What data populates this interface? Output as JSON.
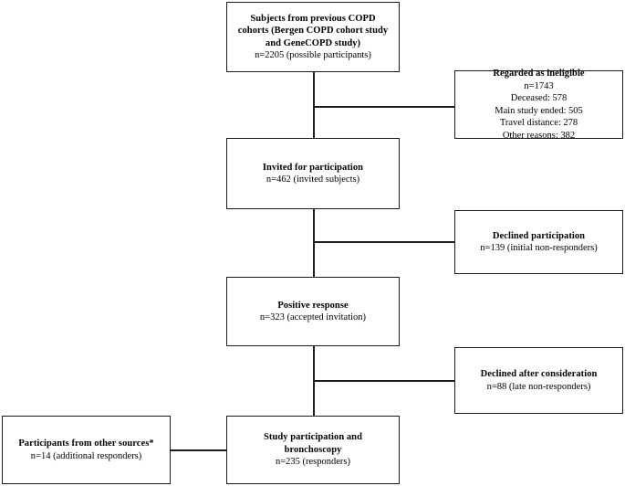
{
  "figure": {
    "type": "flowchart",
    "orientation": "vertical-with-right-branches",
    "background_color": "#ffffff",
    "line_color": "#1a1a1a"
  },
  "nodes": {
    "source_cohorts": {
      "title_line_1": "Subjects from previous COPD",
      "title_line_2": "cohorts (Bergen COPD cohort study",
      "title_line_3": "and GeneCOPD study)",
      "count_line": "n=2205 (possible participants)"
    },
    "ineligible": {
      "title": "Regarded as ineligible",
      "count_line": "n=1743",
      "reason_1": "Deceased: 578",
      "reason_2": "Main study ended: 505",
      "reason_3": "Travel distance: 278",
      "reason_4": "Other reasons: 382"
    },
    "invited": {
      "title": "Invited for participation",
      "count_line": "n=462 (invited subjects)"
    },
    "declined_participation": {
      "title": "Declined participation",
      "count_line": "n=139 (initial non-responders)"
    },
    "positive_response": {
      "title": "Positive response",
      "count_line": "n=323 (accepted invitation)"
    },
    "declined_after_consideration": {
      "title": "Declined after consideration",
      "count_line": "n=88 (late non-responders)"
    },
    "other_sources": {
      "title": "Participants from other sources*",
      "count_line": "n=14 (additional responders)"
    },
    "study_participation": {
      "title_line_1": "Study participation and",
      "title_line_2": "bronchoscopy",
      "count_line": "n=235 (responders)"
    }
  },
  "chart_data": {
    "type": "flowchart",
    "title": "Study participant flow",
    "steps": [
      {
        "id": "source_cohorts",
        "label": "Subjects from previous COPD cohorts (Bergen COPD cohort study and GeneCOPD study)",
        "n": 2205,
        "qualifier": "possible participants"
      },
      {
        "id": "ineligible",
        "label": "Regarded as ineligible",
        "n": 1743,
        "breakdown": [
          {
            "reason": "Deceased",
            "n": 578
          },
          {
            "reason": "Main study ended",
            "n": 505
          },
          {
            "reason": "Travel distance",
            "n": 278
          },
          {
            "reason": "Other reasons",
            "n": 382
          }
        ]
      },
      {
        "id": "invited",
        "label": "Invited for participation",
        "n": 462,
        "qualifier": "invited subjects"
      },
      {
        "id": "declined_participation",
        "label": "Declined participation",
        "n": 139,
        "qualifier": "initial non-responders"
      },
      {
        "id": "positive_response",
        "label": "Positive response",
        "n": 323,
        "qualifier": "accepted invitation"
      },
      {
        "id": "declined_after_consideration",
        "label": "Declined after consideration",
        "n": 88,
        "qualifier": "late non-responders"
      },
      {
        "id": "other_sources",
        "label": "Participants from other sources*",
        "n": 14,
        "qualifier": "additional responders"
      },
      {
        "id": "study_participation",
        "label": "Study participation and bronchoscopy",
        "n": 235,
        "qualifier": "responders"
      }
    ],
    "edges": [
      {
        "from": "source_cohorts",
        "to": "ineligible",
        "kind": "exclusion"
      },
      {
        "from": "source_cohorts",
        "to": "invited",
        "kind": "main"
      },
      {
        "from": "invited",
        "to": "declined_participation",
        "kind": "exclusion"
      },
      {
        "from": "invited",
        "to": "positive_response",
        "kind": "main"
      },
      {
        "from": "positive_response",
        "to": "declined_after_consideration",
        "kind": "exclusion"
      },
      {
        "from": "positive_response",
        "to": "study_participation",
        "kind": "main"
      },
      {
        "from": "other_sources",
        "to": "study_participation",
        "kind": "addition"
      }
    ]
  }
}
